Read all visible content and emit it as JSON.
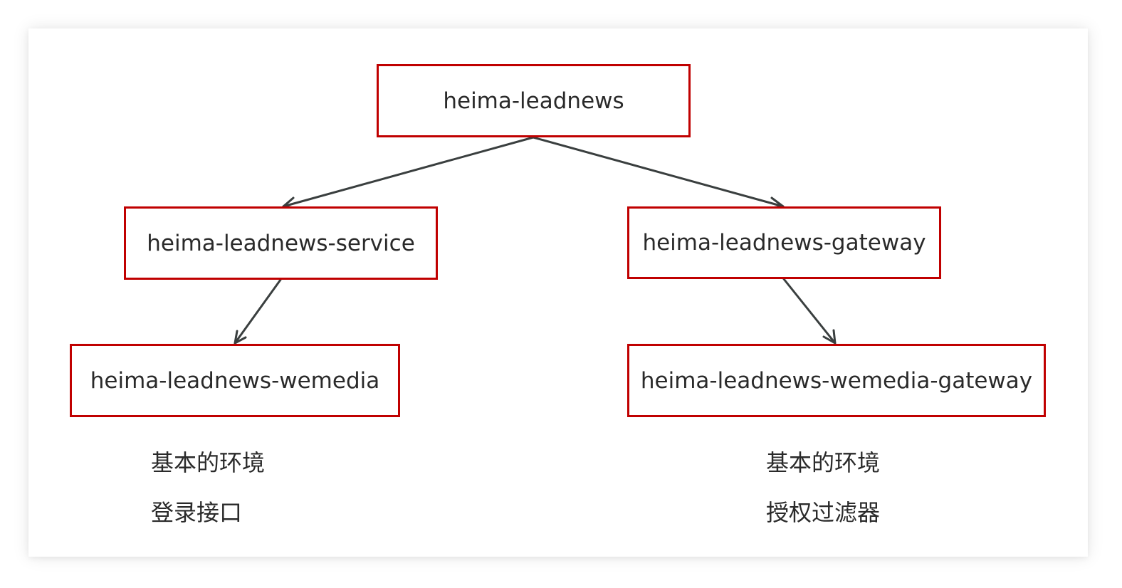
{
  "nodes": {
    "root": "heima-leadnews",
    "service": "heima-leadnews-service",
    "gateway": "heima-leadnews-gateway",
    "wemedia": "heima-leadnews-wemedia",
    "wemedia_gateway": "heima-leadnews-wemedia-gateway"
  },
  "notes": {
    "left": [
      "基本的环境",
      "登录接口"
    ],
    "right": [
      "基本的环境",
      "授权过滤器"
    ]
  },
  "colors": {
    "node_border": "#c00000",
    "edge": "#3a3f3f",
    "text": "#2a2a2a"
  }
}
